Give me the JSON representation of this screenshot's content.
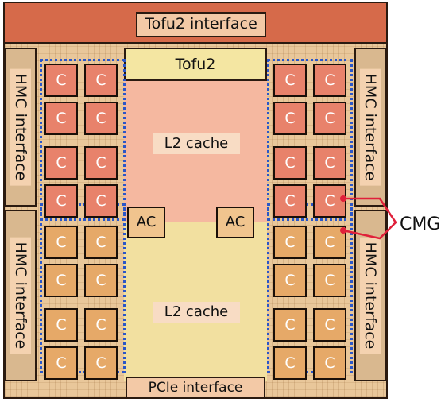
{
  "labels": {
    "tofu2_interface": "Tofu2 interface",
    "tofu2": "Tofu2",
    "hmc_interface": "HMC interface",
    "l2_cache": "L2 cache",
    "ac": "AC",
    "pcie_interface": "PCIe interface",
    "cmg": "CMG",
    "core": "C"
  },
  "colors": {
    "cmg_boundary": "#2a56c8",
    "callout_line": "#e0203a"
  }
}
